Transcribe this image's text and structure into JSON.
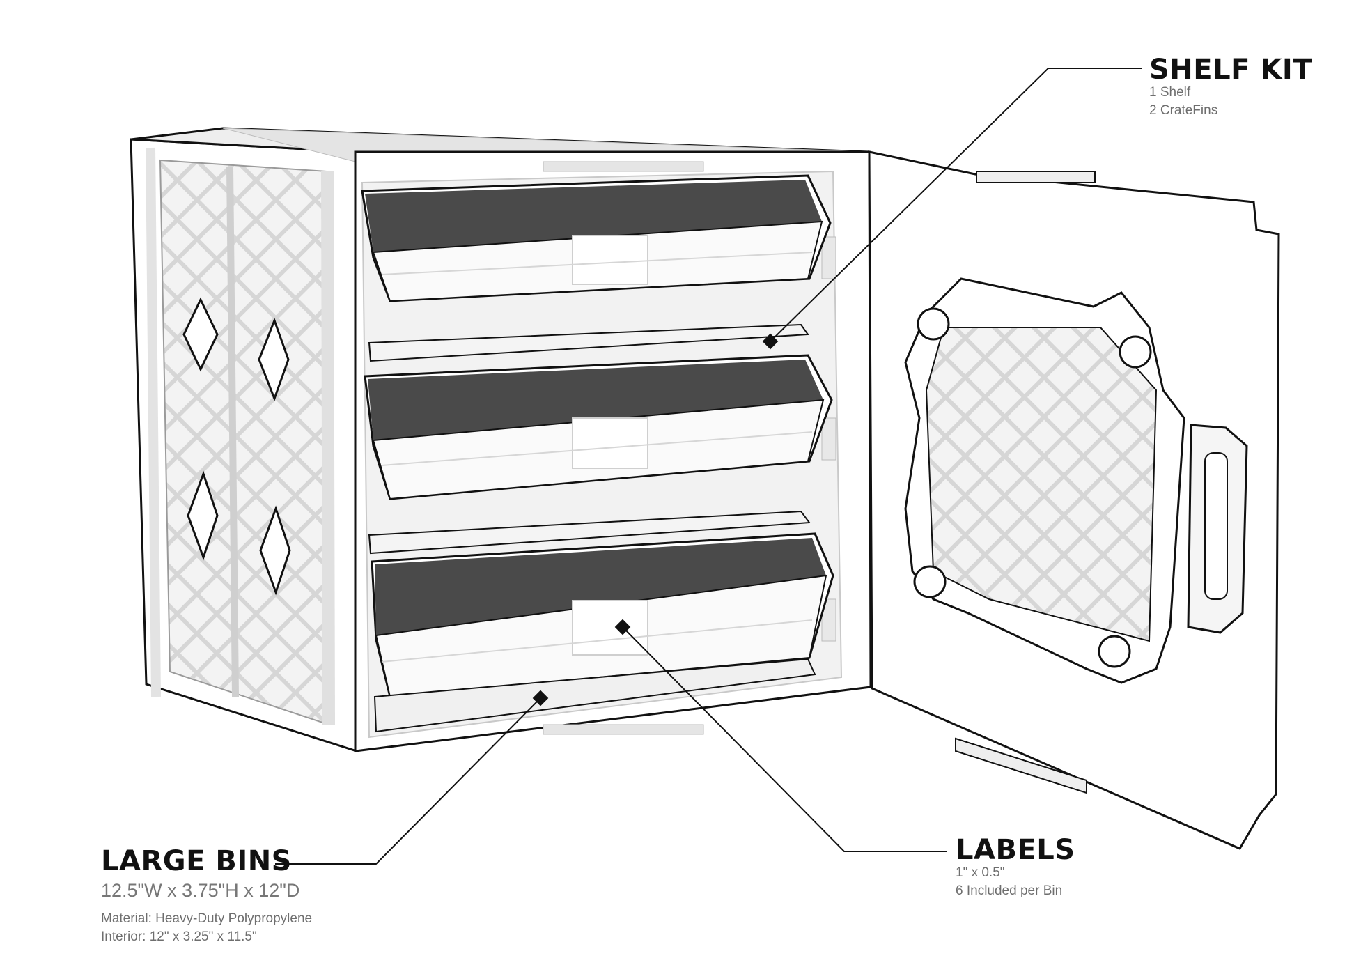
{
  "callouts": {
    "shelf_kit": {
      "title": "SHELF KIT",
      "lines": [
        "1 Shelf",
        "2 CrateFins"
      ]
    },
    "labels": {
      "title": "LABELS",
      "lines": [
        "1\" x 0.5\"",
        "6 Included per Bin"
      ]
    },
    "large_bins": {
      "title": "LARGE BINS",
      "dimensions": "12.5\"W x 3.75\"H x 12\"D",
      "lines": [
        "Material: Heavy-Duty Polypropylene",
        "Interior: 12\" x 3.25\" x 11.5\""
      ]
    }
  },
  "colors": {
    "outline": "#111111",
    "bin_interior": "#4a4a4a",
    "crate_body": "#ffffff",
    "crate_shade": "#ececec",
    "caption_gray": "#6e6e6e"
  }
}
